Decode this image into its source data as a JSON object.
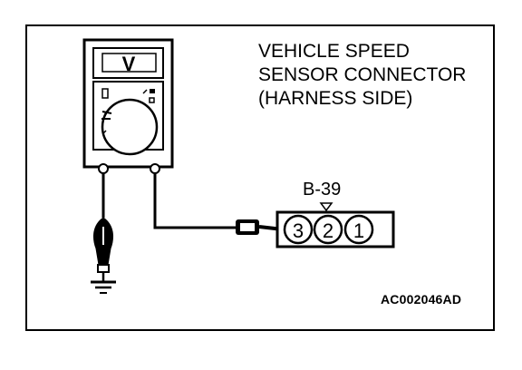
{
  "connector": {
    "title_lines": [
      "VEHICLE SPEED",
      "SENSOR CONNECTOR",
      "(HARNESS SIDE)"
    ],
    "id": "B-39",
    "pins": [
      "3",
      "2",
      "1"
    ]
  },
  "meter": {
    "display": "V"
  },
  "figure_code": "AC002046AD"
}
